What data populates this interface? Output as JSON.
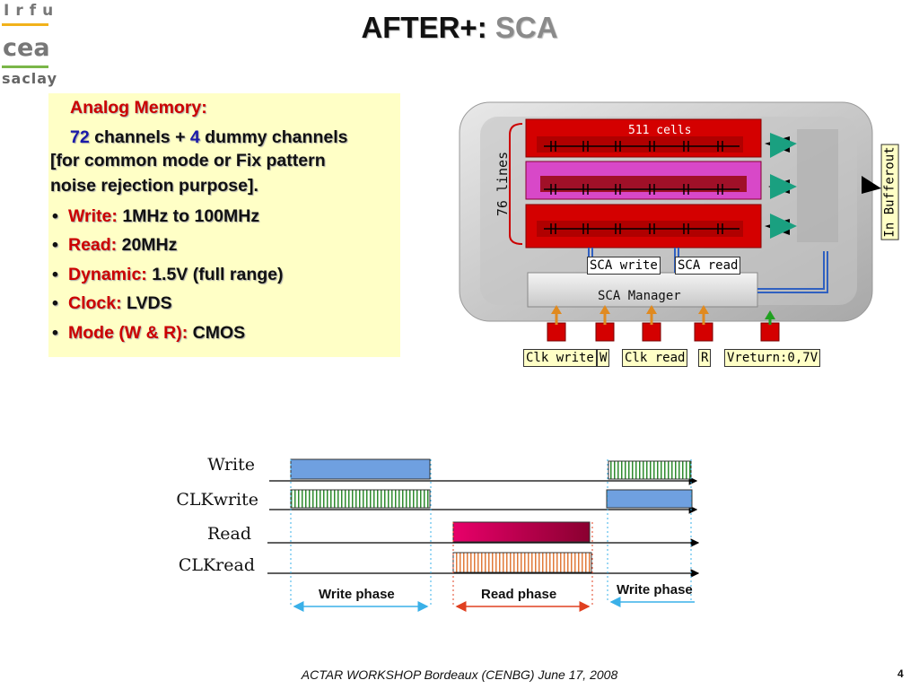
{
  "logo": {
    "top": "Irfu",
    "middle": "cea",
    "bottom": "saclay"
  },
  "title": {
    "prefix": "AFTER+:",
    "suffix": "SCA"
  },
  "panel": {
    "heading": "Analog Memory:",
    "line1": {
      "n1": "72",
      "t1": " channels + ",
      "n2": "4",
      "t2": " dummy channels"
    },
    "line2": "[for common mode or Fix pattern",
    "line3": "noise rejection purpose].",
    "bullets": [
      {
        "key": "Write:",
        "value": " 1MHz to 100MHz"
      },
      {
        "key": "Read:",
        "value": " 20MHz"
      },
      {
        "key": "Dynamic:",
        "value": " 1.5V (full range)"
      },
      {
        "key": "Clock:",
        "value": " LVDS"
      },
      {
        "key": "Mode (W & R):",
        "value": " CMOS"
      }
    ]
  },
  "diagram": {
    "cells_label": "511 cells",
    "lines_label": "76 lines",
    "in_bufferout": "In Bufferout",
    "sca_write": "SCA write",
    "sca_read": "SCA read",
    "sca_manager": "SCA Manager",
    "inputs": [
      "Clk write",
      "W",
      "Clk read",
      "R",
      "Vreturn:0,7V"
    ]
  },
  "timing": {
    "signals": [
      "Write",
      "CLKwrite",
      "Read",
      "CLKread"
    ],
    "phases": [
      "Write phase",
      "Read phase",
      "Write phase"
    ]
  },
  "colors": {
    "title_gray": "#8a8a8a",
    "panel_bg": "#ffffc6",
    "highlight_red": "#cc0000",
    "highlight_blue": "#1a1aa8",
    "write_pulse": "#6fa0e0",
    "clk_green": "#2e8b2e",
    "read_pulse": "#d4004e",
    "clk_read": "#e07a3a",
    "arrow_blue": "#3ab0e8",
    "arrow_red": "#e04020"
  },
  "footer": "ACTAR WORKSHOP Bordeaux (CENBG) June 17, 2008",
  "page_number": "4"
}
